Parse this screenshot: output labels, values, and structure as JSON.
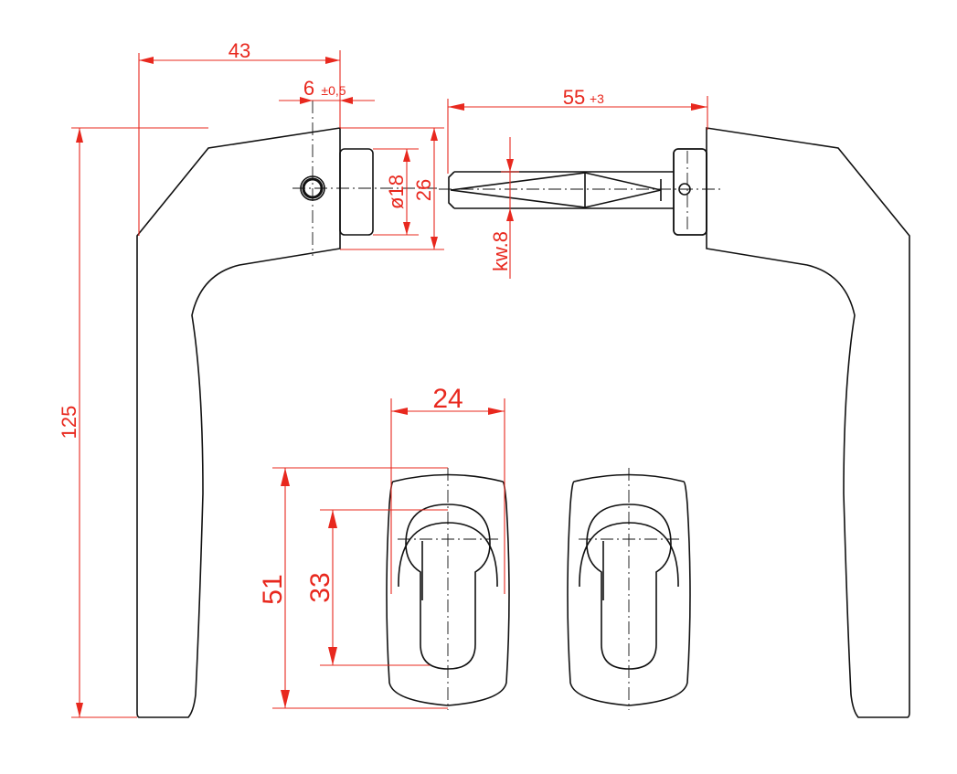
{
  "drawing": {
    "title": "Door handle set with escutcheons",
    "colors": {
      "outline": "#111111",
      "dimension": "#e8281e"
    },
    "dimensions": {
      "handle_length": "43",
      "pin_offset": "6",
      "pin_offset_tolerance": "±0,5",
      "spindle_length": "55",
      "spindle_tolerance": "+3",
      "rose_neck_diameter": "ø18",
      "rose_height": "26",
      "spindle_square": "kw.8",
      "total_height": "125",
      "escutcheon_width": "24",
      "escutcheon_height": "51",
      "cylinder_hole_height": "33"
    }
  }
}
